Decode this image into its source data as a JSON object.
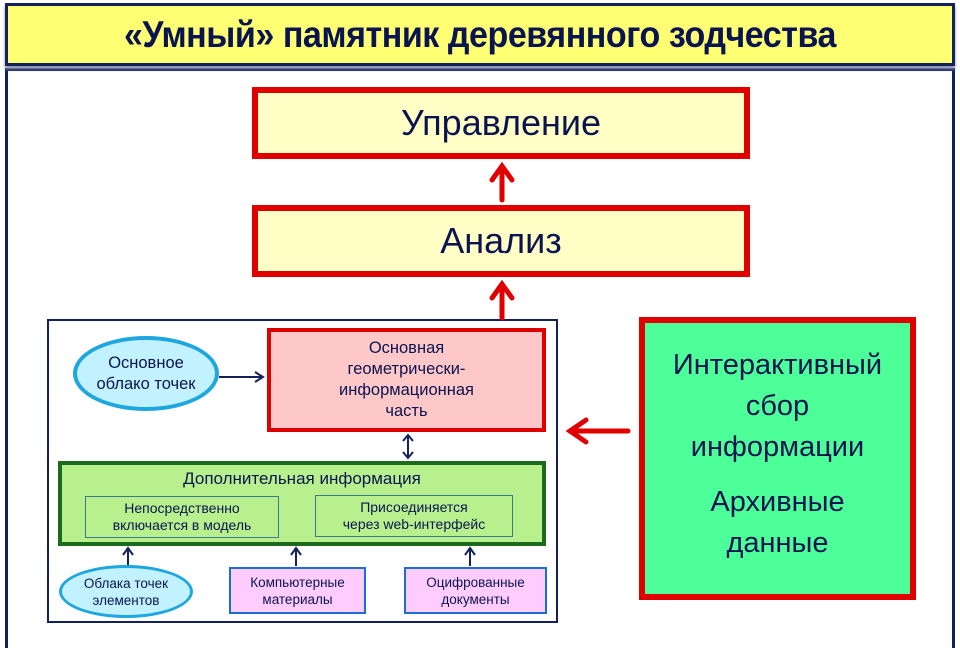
{
  "title": "«Умный» памятник деревянного зодчества",
  "management": "Управление",
  "analysis": "Анализ",
  "main_cloud": [
    "Основное",
    "облако точек"
  ],
  "main_part": [
    "Основная",
    "геометрически-",
    "информационная",
    "часть"
  ],
  "additional": {
    "title": "Дополнительная информация",
    "direct": [
      "Непосредственно",
      "включается в модель"
    ],
    "web": [
      "Присоединяется",
      "через web-интерфейс"
    ]
  },
  "sources": {
    "element_clouds": [
      "Облака точек",
      "элементов"
    ],
    "computer": [
      "Компьютерные",
      "материалы"
    ],
    "digitized": [
      "Оцифрованные",
      "документы"
    ]
  },
  "interactive": {
    "line1": "Интерактивный",
    "line2": "сбор",
    "line3": "информации",
    "archive1": "Архивные",
    "archive2": "данные"
  },
  "colors": {
    "red": "#e00000",
    "navy": "#14205a",
    "yellow": "#ffff73",
    "green": "#4dff99"
  }
}
